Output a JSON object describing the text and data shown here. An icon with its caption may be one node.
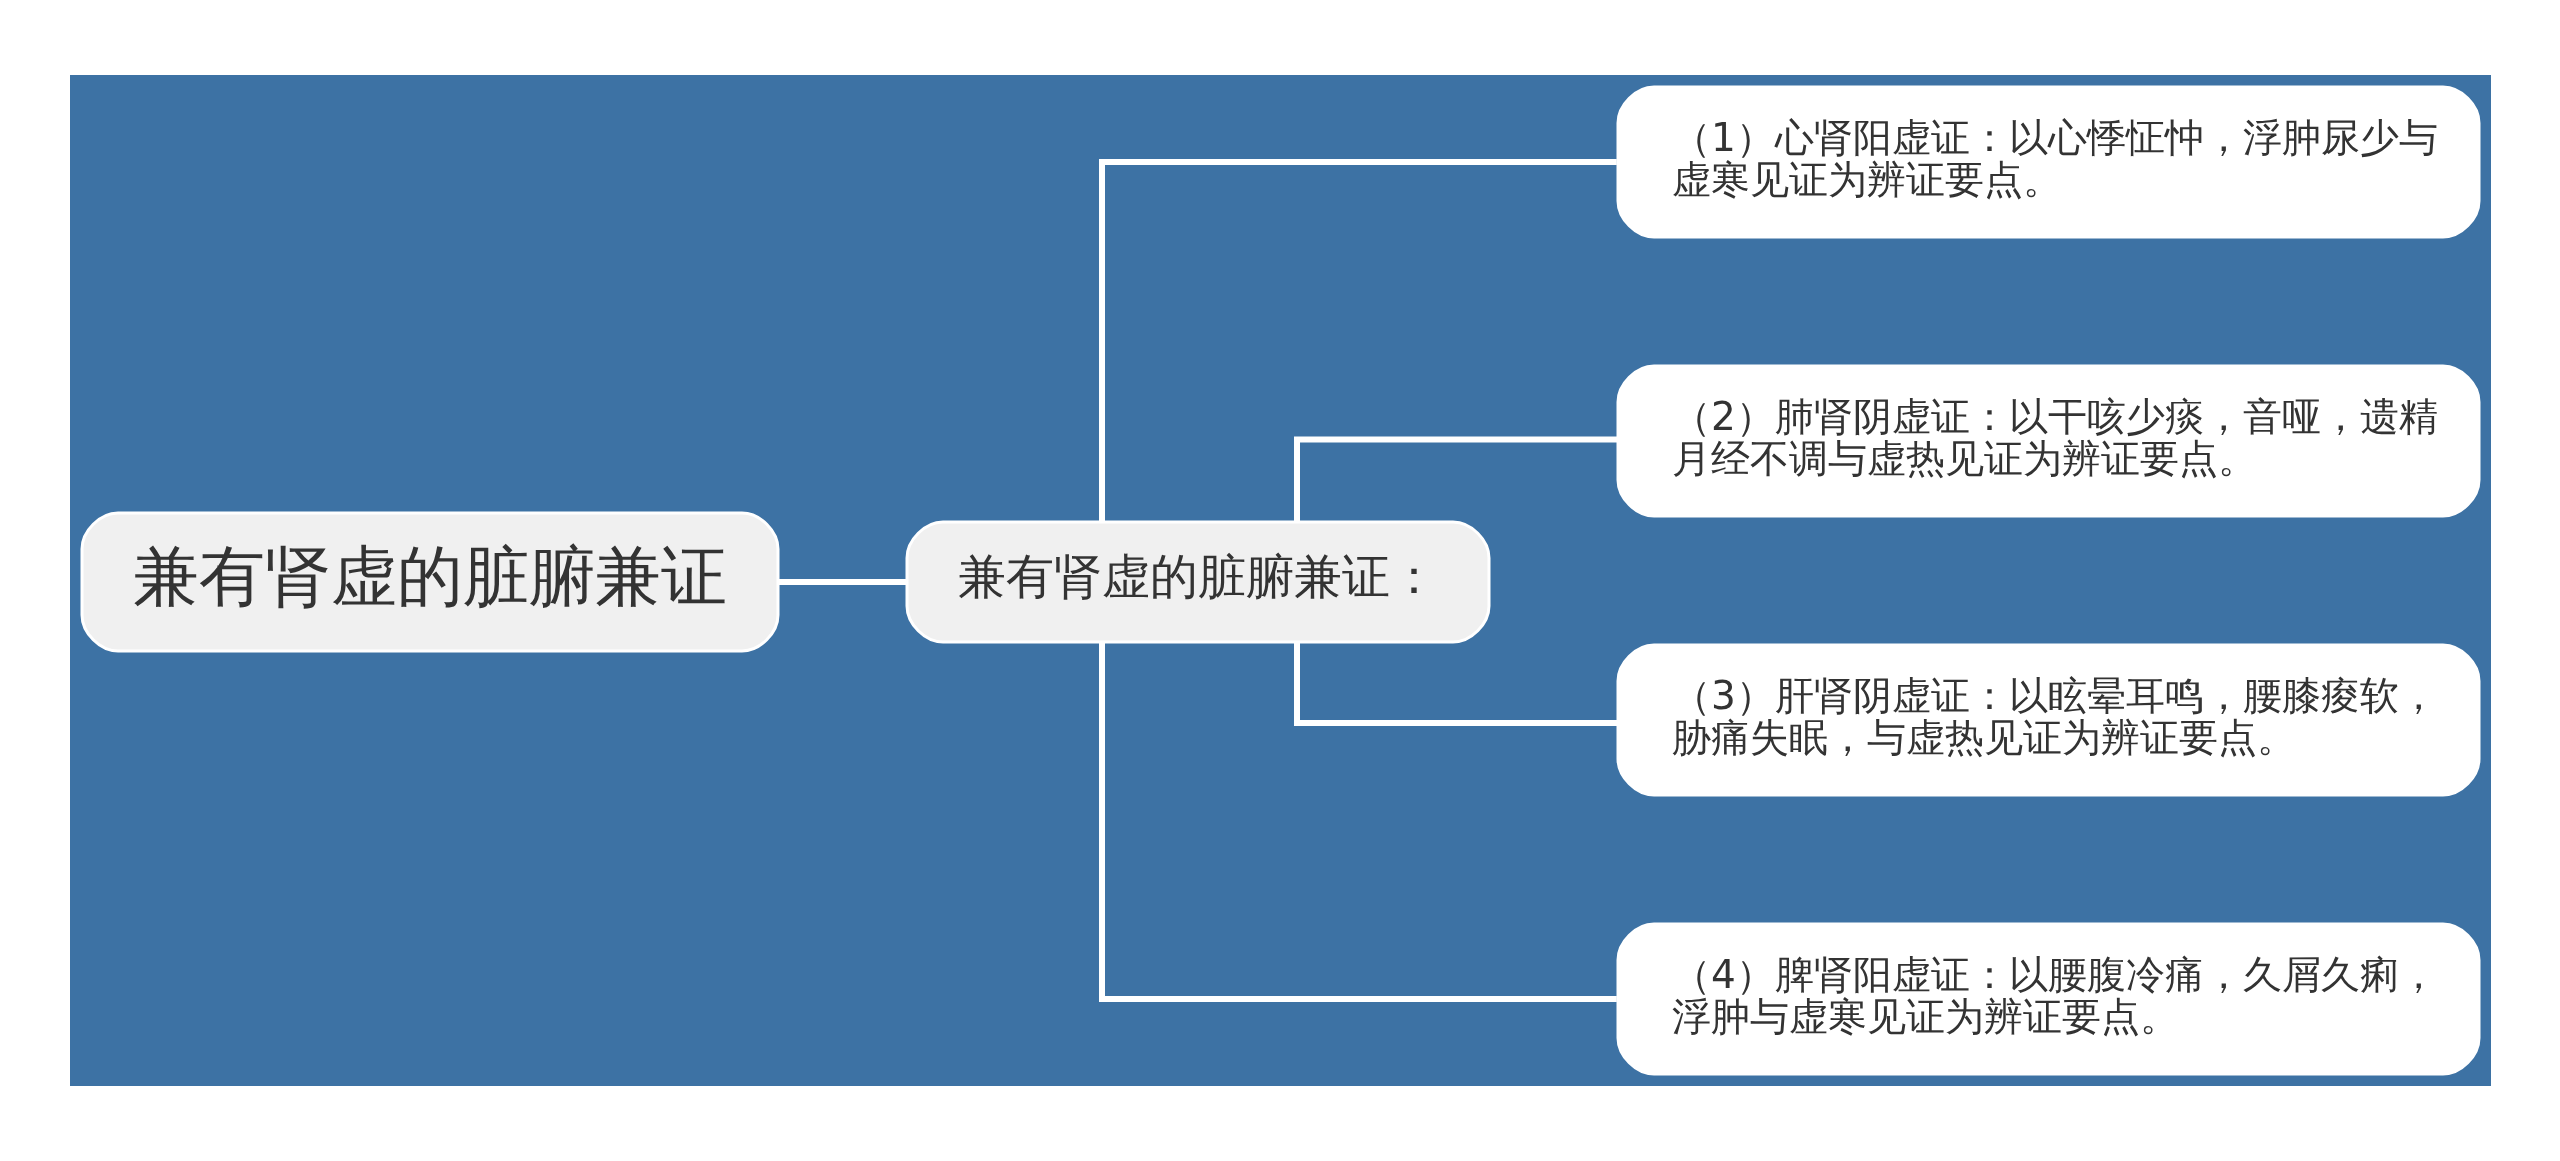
{
  "diagram": {
    "nodes": [
      {
        "text": [
          "兼有肾虚的脏腑兼证"
        ]
      },
      {
        "text": [
          "兼有肾虚的脏腑兼证："
        ]
      },
      {
        "text": [
          "（1）心肾阳虚证：以心悸怔忡，浮肿尿少与虚寒见证为辨证要点。"
        ]
      },
      {
        "text": [
          "（2）肺肾阴虚证：以干咳少痰，音哑，遗精月经不调与虚热见证为辨证要点。"
        ]
      },
      {
        "text": [
          "（3）肝肾阴虚证：以眩晕耳鸣，腰膝痠软，胁痛失眠，与虚热见证为辨证要点。"
        ]
      },
      {
        "text": [
          "（4）脾肾阳虚证：以腰腹冷痛，久屑久痢，浮肿与虚寒见证为辨证要点。"
        ]
      }
    ],
    "edges": [
      {
        "from": 0,
        "to": 1,
        "arrow": "none"
      },
      {
        "from": 1,
        "to": 2,
        "arrow": "none"
      },
      {
        "from": 1,
        "to": 3,
        "arrow": "none"
      },
      {
        "from": 1,
        "to": 4,
        "arrow": "none"
      },
      {
        "from": 1,
        "to": 5,
        "arrow": "none"
      }
    ]
  }
}
